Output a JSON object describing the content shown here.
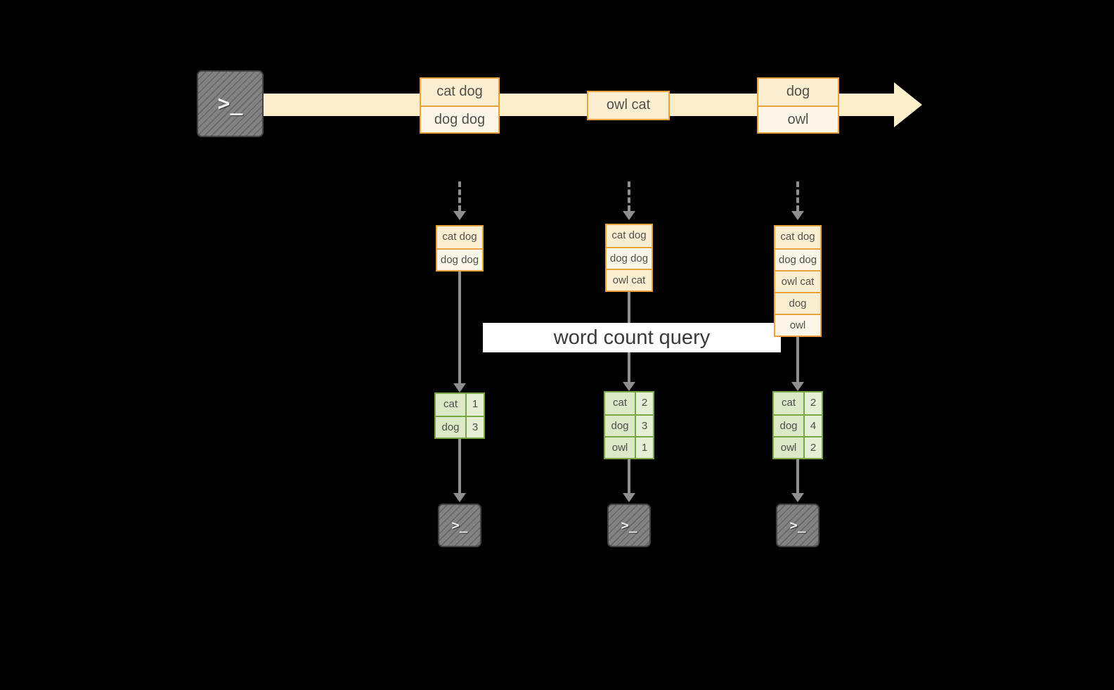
{
  "query": {
    "label": "word count query"
  },
  "icons": {
    "terminal_prompt": ">_"
  },
  "stream": {
    "events": [
      {
        "rows": [
          "cat dog",
          "dog dog"
        ]
      },
      {
        "rows": [
          "owl cat"
        ]
      },
      {
        "rows": [
          "dog",
          "owl"
        ]
      }
    ]
  },
  "columns": [
    {
      "inputs": [
        "cat dog",
        "dog dog"
      ],
      "results": [
        {
          "word": "cat",
          "count": "1"
        },
        {
          "word": "dog",
          "count": "3"
        }
      ]
    },
    {
      "inputs": [
        "cat dog",
        "dog dog",
        "owl cat"
      ],
      "results": [
        {
          "word": "cat",
          "count": "2"
        },
        {
          "word": "dog",
          "count": "3"
        },
        {
          "word": "owl",
          "count": "1"
        }
      ]
    },
    {
      "inputs": [
        "cat dog",
        "dog dog",
        "owl cat",
        "dog",
        "owl"
      ],
      "results": [
        {
          "word": "cat",
          "count": "2"
        },
        {
          "word": "dog",
          "count": "4"
        },
        {
          "word": "owl",
          "count": "2"
        }
      ]
    }
  ],
  "colors": {
    "background": "#000000",
    "stream_band": "#fbeecb",
    "orange_border": "#e8a33d",
    "orange_fill_dark": "#fceed0",
    "orange_fill_light": "#fdf7e9",
    "green_border": "#79a642",
    "green_fill": "#dce9c6",
    "arrow_gray": "#8f8f8f",
    "terminal_gray": "#828282",
    "banner_background": "#ffffff"
  }
}
